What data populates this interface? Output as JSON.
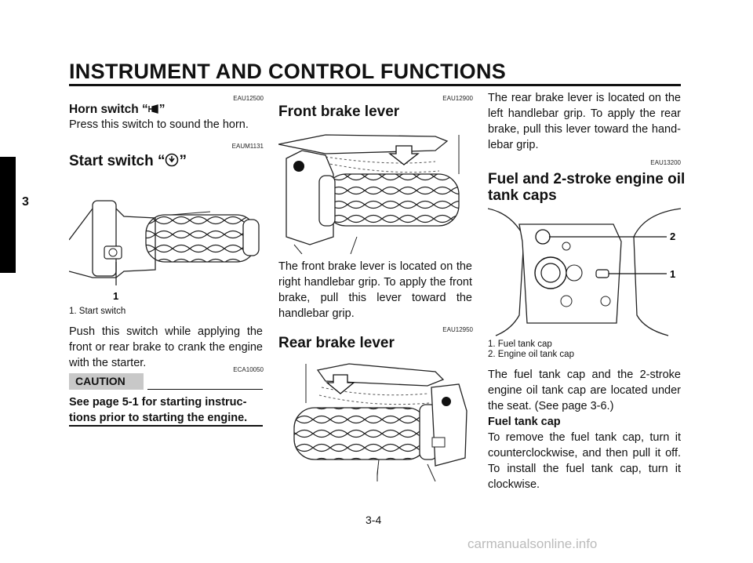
{
  "header": {
    "title": "INSTRUMENT AND CONTROL FUNCTIONS"
  },
  "chapter": "3",
  "col1": {
    "horn": {
      "code": "EAU12500",
      "heading_prefix": "Horn switch “",
      "heading_suffix": "”",
      "body": "Press this switch to sound the horn."
    },
    "start": {
      "code": "EAUM1131",
      "heading_prefix": "Start switch “",
      "heading_suffix": "”",
      "callout": "1",
      "caption": "1. Start switch",
      "body": "Push this switch while applying the front or rear brake to crank the engine with the starter."
    },
    "caution": {
      "code": "ECA10050",
      "label": "CAUTION",
      "text": "See page 5-1 for starting instruc-tions prior to starting the engine."
    }
  },
  "col2": {
    "front": {
      "code": "EAU12900",
      "heading": "Front brake lever",
      "body": "The front brake lever is located on the right handlebar grip. To apply the front brake, pull this lever toward the handlebar grip."
    },
    "rear": {
      "code": "EAU12950",
      "heading": "Rear brake lever"
    }
  },
  "col3": {
    "rear_body": "The rear brake lever is located on the left handlebar grip. To apply the rear brake, pull this lever toward the hand-lebar grip.",
    "fuel": {
      "code": "EAU13200",
      "heading_line1": "Fuel and 2-stroke engine oil",
      "heading_line2": "tank caps",
      "callout_2": "2",
      "callout_1": "1",
      "caption_1": "1. Fuel tank cap",
      "caption_2": "2. Engine oil tank cap",
      "body": "The fuel tank cap and the 2-stroke engine oil tank cap are located under the seat. (See page 3-6.)",
      "sub_heading": "Fuel tank cap",
      "sub_body": "To remove the fuel tank cap, turn it counterclockwise, and then pull it off. To install the fuel tank cap, turn it clockwise."
    }
  },
  "footer": {
    "page": "3-4",
    "watermark": "carmanualsonline.info"
  }
}
